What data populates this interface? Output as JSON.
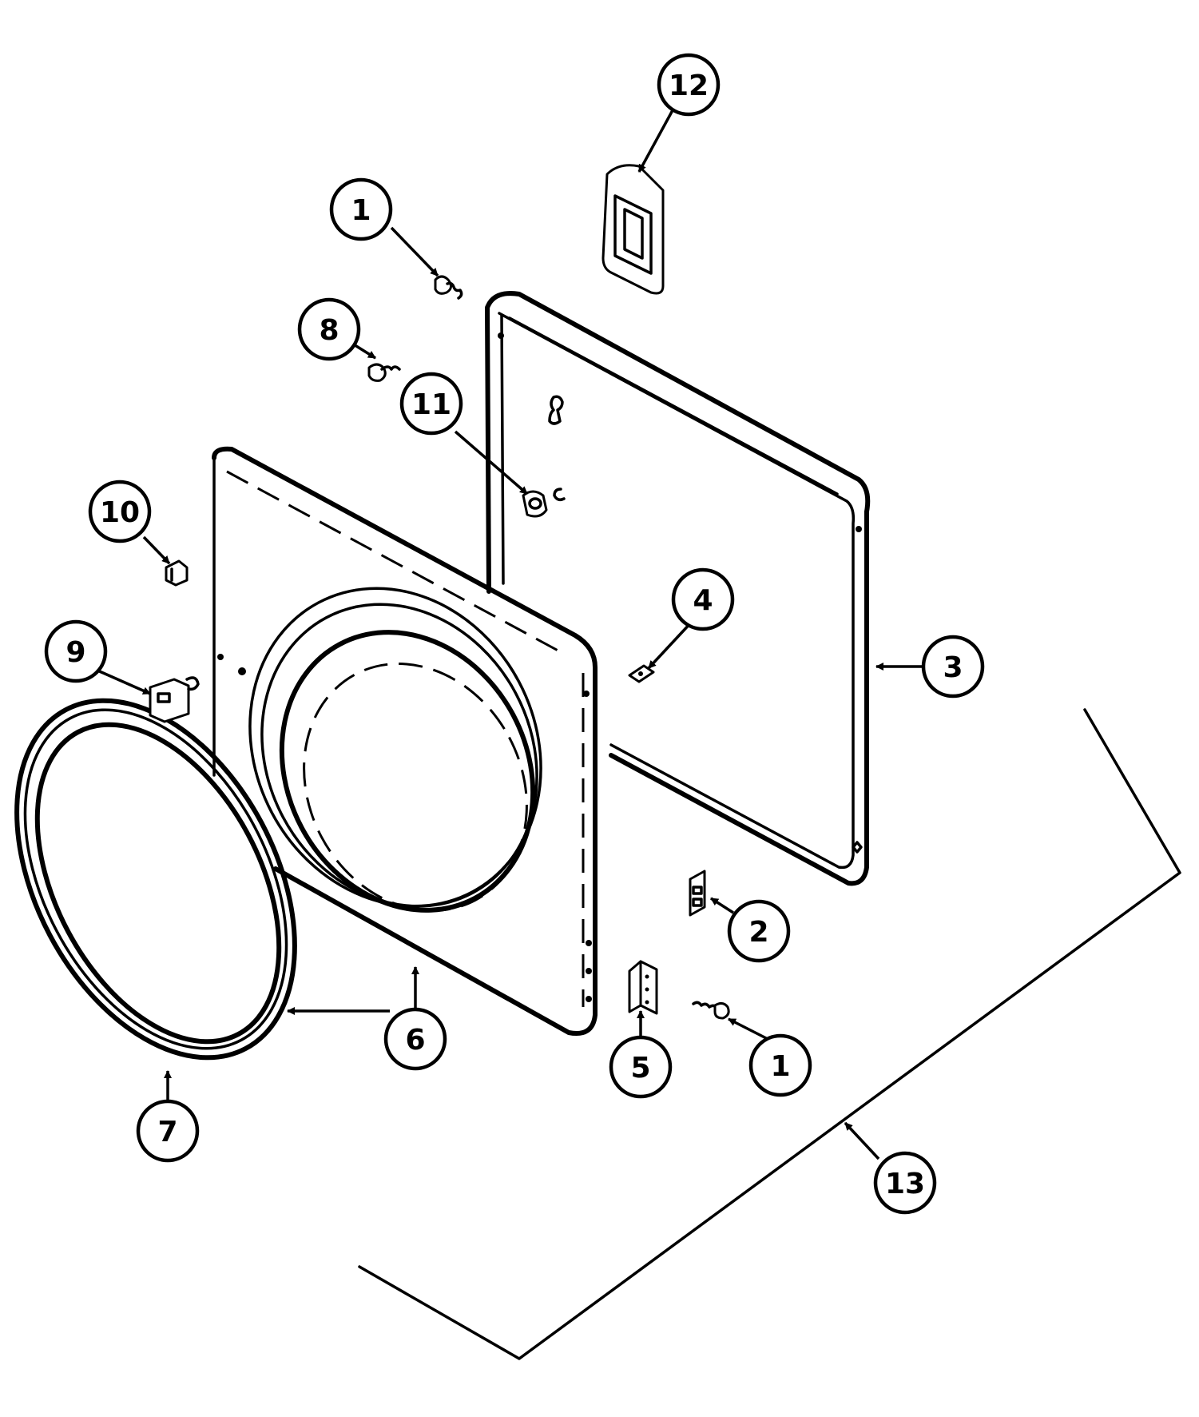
{
  "callouts": [
    {
      "id": "c1a",
      "label": "1"
    },
    {
      "id": "c12",
      "label": "12"
    },
    {
      "id": "c8",
      "label": "8"
    },
    {
      "id": "c11",
      "label": "11"
    },
    {
      "id": "c10",
      "label": "10"
    },
    {
      "id": "c4",
      "label": "4"
    },
    {
      "id": "c3",
      "label": "3"
    },
    {
      "id": "c9",
      "label": "9"
    },
    {
      "id": "c2",
      "label": "2"
    },
    {
      "id": "c6",
      "label": "6"
    },
    {
      "id": "c5",
      "label": "5"
    },
    {
      "id": "c1b",
      "label": "1"
    },
    {
      "id": "c7",
      "label": "7"
    },
    {
      "id": "c13",
      "label": "13"
    }
  ]
}
